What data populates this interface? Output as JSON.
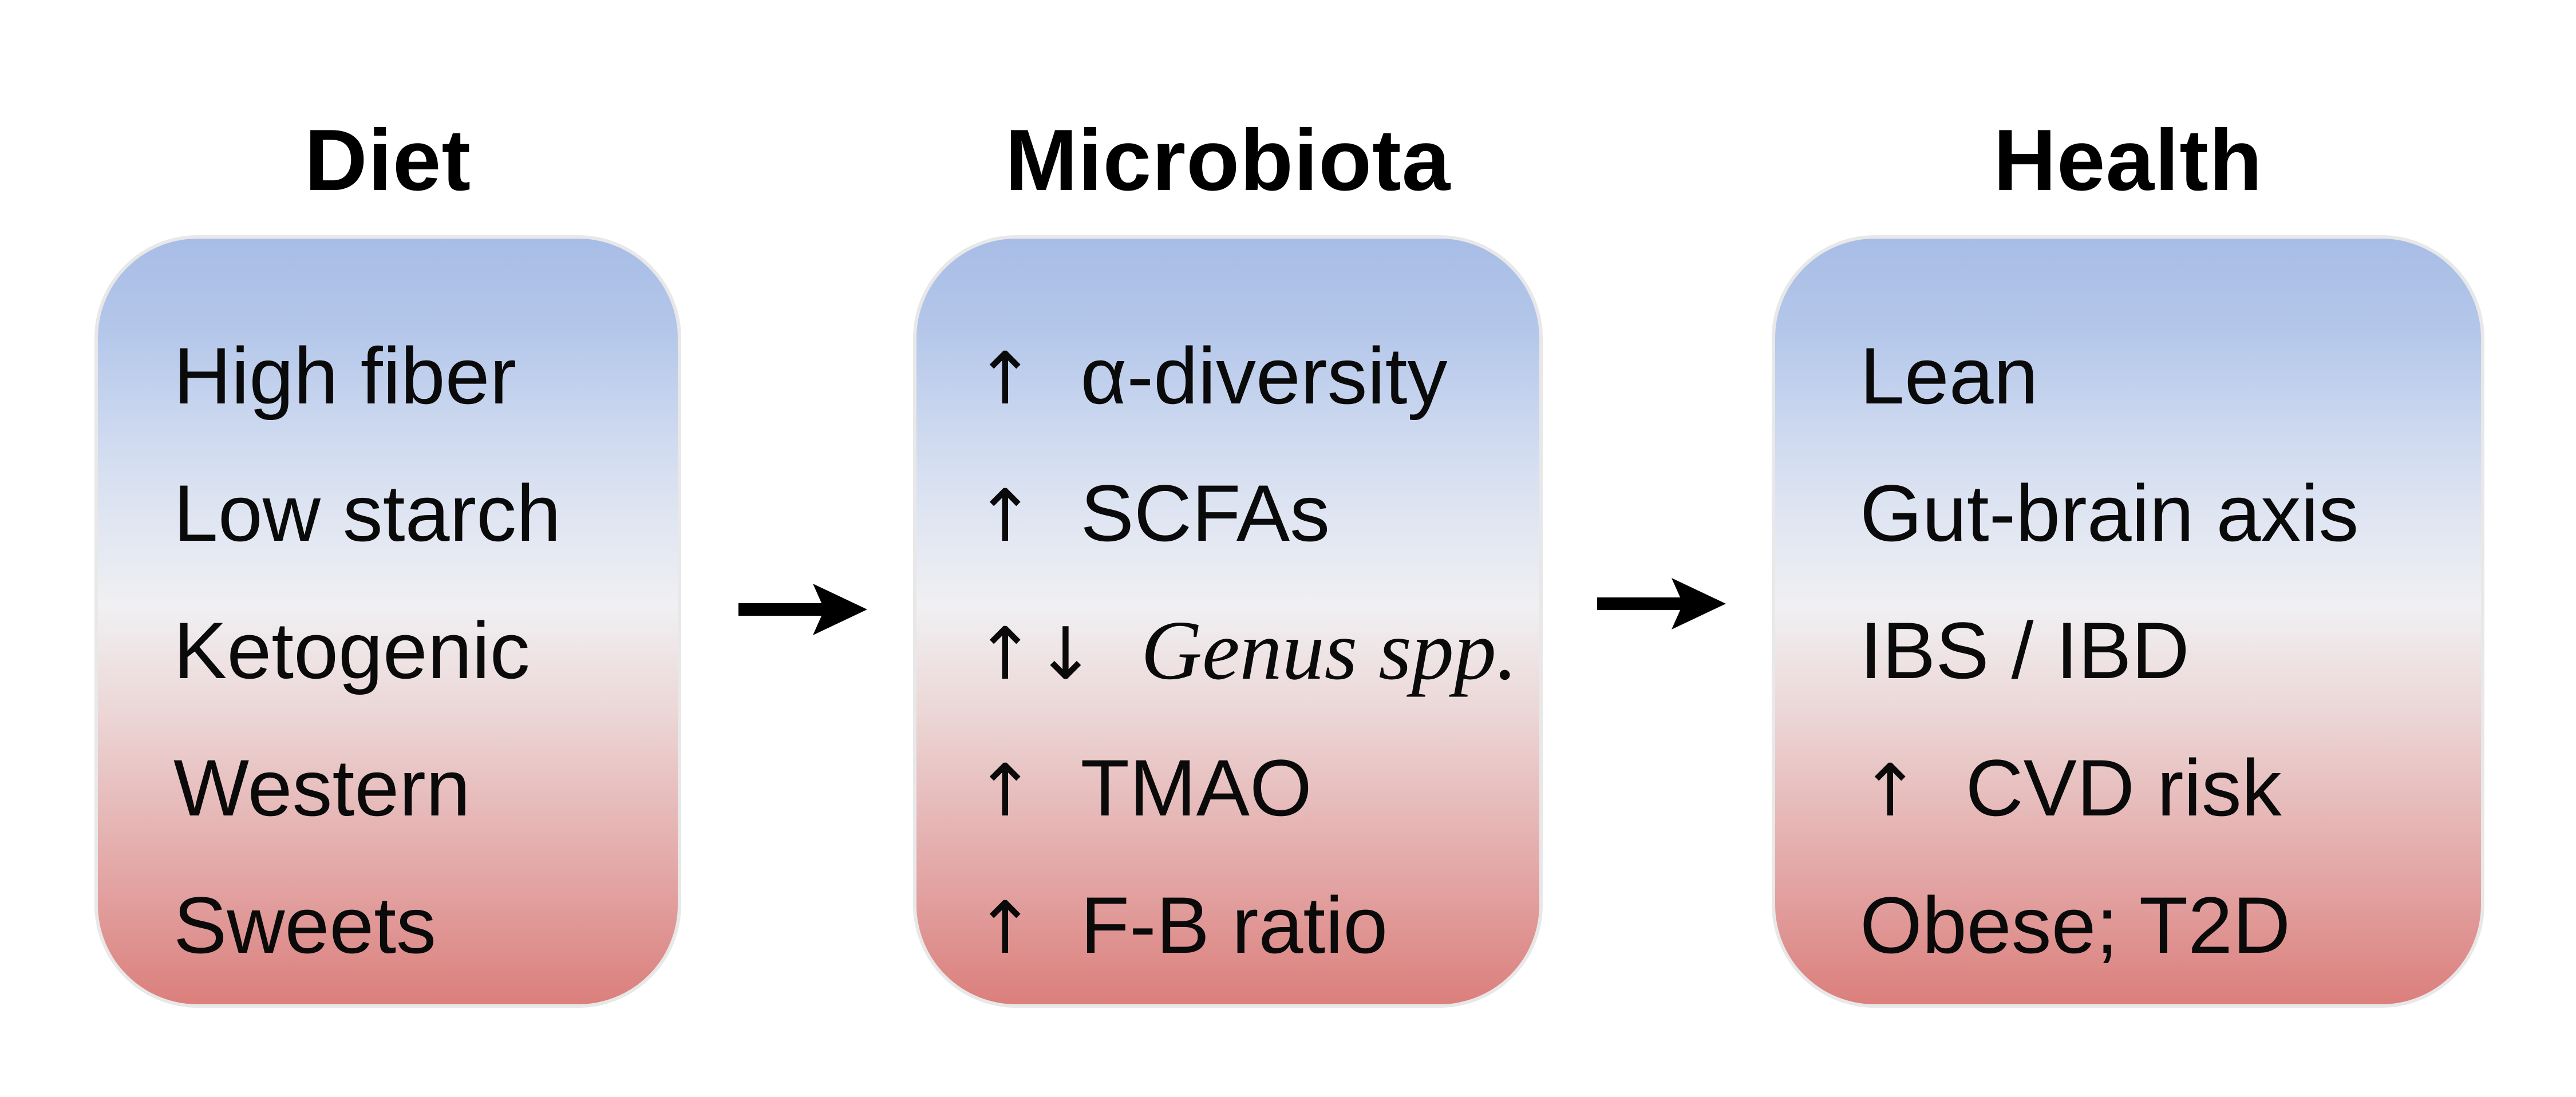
{
  "columns": [
    {
      "title": "Diet",
      "items": [
        {
          "arrow": "",
          "text": "High fiber"
        },
        {
          "arrow": "",
          "text": "Low starch"
        },
        {
          "arrow": "",
          "text": "Ketogenic"
        },
        {
          "arrow": "",
          "text": "Western"
        },
        {
          "arrow": "",
          "text": "Sweets"
        }
      ]
    },
    {
      "title": "Microbiota",
      "items": [
        {
          "arrow": "↑",
          "text": "α-diversity"
        },
        {
          "arrow": "↑",
          "text": "SCFAs"
        },
        {
          "arrow": "↑↓",
          "text": "Genus spp.",
          "italic": true
        },
        {
          "arrow": "↑",
          "text": "TMAO"
        },
        {
          "arrow": "↑",
          "text": "F-B ratio"
        }
      ]
    },
    {
      "title": "Health",
      "items": [
        {
          "arrow": "",
          "text": "Lean"
        },
        {
          "arrow": "",
          "text": "Gut-brain axis"
        },
        {
          "arrow": "",
          "text": "IBS / IBD"
        },
        {
          "arrow": "↑",
          "text": "CVD risk"
        },
        {
          "arrow": "",
          "text": "Obese; T2D"
        }
      ]
    }
  ],
  "colors": {
    "panel_top": "#a8bde6",
    "panel_middle": "#f0f0f2",
    "panel_bottom": "#db7f7c",
    "arrow": "#000000"
  },
  "icons": {
    "flow_arrow": "right-arrow-icon",
    "increase": "up-arrow-icon",
    "decrease": "down-arrow-icon"
  }
}
